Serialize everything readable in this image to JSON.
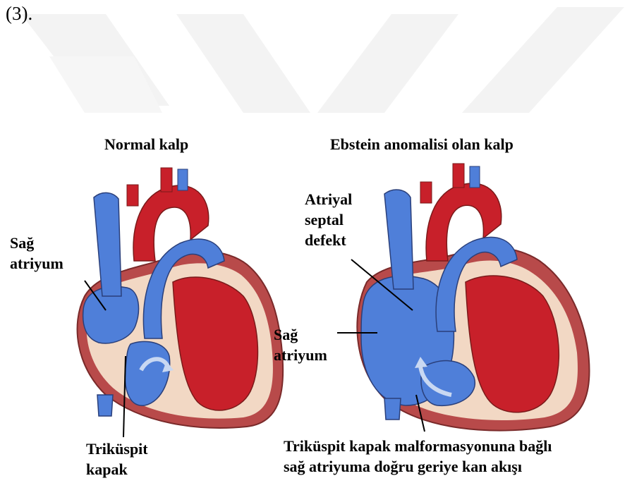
{
  "page_ref": "(3).",
  "normal_heart": {
    "title": "Normal kalp",
    "right_atrium_line1": "Sağ",
    "right_atrium_line2": "atriyum",
    "tricuspid_line1": "Triküspit",
    "tricuspid_line2": "kapak"
  },
  "ebstein_heart": {
    "title": "Ebstein anomalisi olan kalp",
    "asd_line1": "Atriyal",
    "asd_line2": "septal",
    "asd_line3": "defekt",
    "right_atrium_line1": "Sağ",
    "right_atrium_line2": "atriyum",
    "regurg_line1": "Triküspit kapak malformasyonuna bağlı",
    "regurg_line2": "sağ atriyuma doğru geriye kan akışı"
  },
  "colors": {
    "blood_blue": "#4f7fd9",
    "blood_red": "#c8202a",
    "tissue": "#f2d8c4",
    "outline": "#8c2a2a",
    "watermark": "#f2f2f2"
  }
}
